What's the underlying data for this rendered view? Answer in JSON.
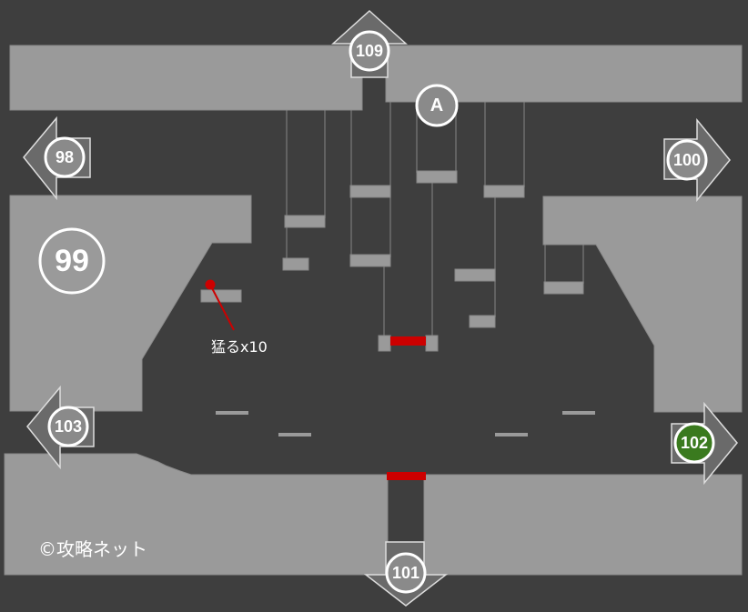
{
  "map": {
    "title": "",
    "colors": {
      "background": "#3e3e3e",
      "wall": "#9a9a9a",
      "string": "#777777",
      "hazard": "#cc0000",
      "current_exit": "#3a7a1e",
      "arrow_fill": "#6a6a6a",
      "marker_stroke": "#ffffff"
    },
    "room": {
      "id": "99",
      "label": "99"
    },
    "start_marker": {
      "label": "A"
    },
    "exits": [
      {
        "id": "exit-109",
        "label": "109",
        "direction": "up"
      },
      {
        "id": "exit-98",
        "label": "98",
        "direction": "left"
      },
      {
        "id": "exit-100",
        "label": "100",
        "direction": "right"
      },
      {
        "id": "exit-103",
        "label": "103",
        "direction": "left"
      },
      {
        "id": "exit-102",
        "label": "102",
        "direction": "right",
        "highlighted": true
      },
      {
        "id": "exit-101",
        "label": "101",
        "direction": "down"
      }
    ],
    "annotations": [
      {
        "id": "enemy-note",
        "text": "猛るx10"
      }
    ],
    "copyright": "©攻略ネット"
  }
}
